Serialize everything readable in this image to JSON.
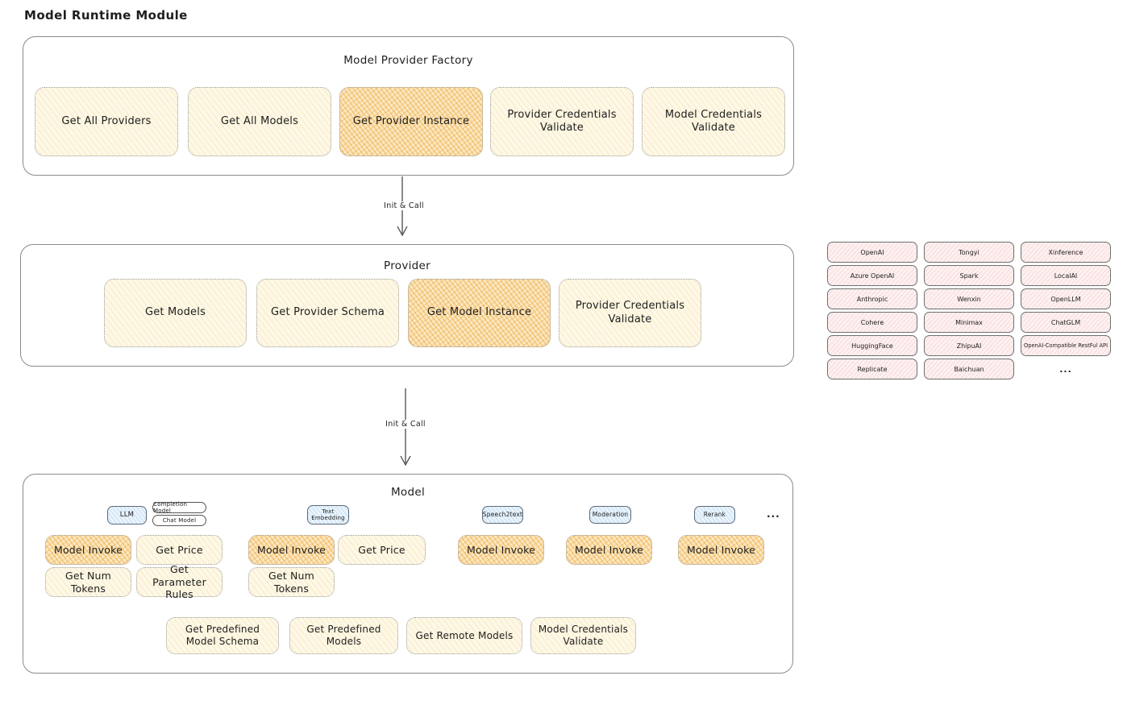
{
  "title": "Model Runtime Module",
  "arrows": {
    "label1": "Init & Call",
    "label2": "Init & Call"
  },
  "factory": {
    "title": "Model Provider Factory",
    "boxes": [
      {
        "label": "Get All Providers",
        "highlighted": false
      },
      {
        "label": "Get All Models",
        "highlighted": false
      },
      {
        "label": "Get Provider Instance",
        "highlighted": true
      },
      {
        "label": "Provider Credentials Validate",
        "highlighted": false
      },
      {
        "label": "Model Credentials Validate",
        "highlighted": false
      }
    ]
  },
  "provider": {
    "title": "Provider",
    "boxes": [
      {
        "label": "Get Models",
        "highlighted": false
      },
      {
        "label": "Get Provider Schema",
        "highlighted": false
      },
      {
        "label": "Get Model Instance",
        "highlighted": true
      },
      {
        "label": "Provider Credentials Validate",
        "highlighted": false
      }
    ]
  },
  "providers_list": {
    "items": [
      "OpenAI",
      "Tongyi",
      "Xinference",
      "Azure OpenAI",
      "Spark",
      "LocalAI",
      "Anthropic",
      "Wenxin",
      "OpenLLM",
      "Cohere",
      "Minimax",
      "ChatGLM",
      "HuggingFace",
      "ZhipuAI",
      "OpenAI-Compatible RestFul API",
      "Replicate",
      "Baichuan",
      "..."
    ]
  },
  "model": {
    "title": "Model",
    "tabs": {
      "llm": "LLM",
      "completion_model": "Completion Model",
      "chat_model": "Chat Model",
      "text_embedding": "Text Embedding",
      "speech2text": "Speech2text",
      "moderation": "Moderation",
      "rerank": "Rerank",
      "ellipsis": "..."
    },
    "row1": [
      {
        "label": "Model Invoke",
        "highlighted": true
      },
      {
        "label": "Get Price",
        "highlighted": false
      },
      {
        "label": "Model Invoke",
        "highlighted": true
      },
      {
        "label": "Get Price",
        "highlighted": false
      },
      {
        "label": "Model Invoke",
        "highlighted": true
      },
      {
        "label": "Model Invoke",
        "highlighted": true
      },
      {
        "label": "Model Invoke",
        "highlighted": true
      }
    ],
    "row2": [
      {
        "label": "Get Num Tokens"
      },
      {
        "label": "Get Parameter Rules"
      },
      {
        "label": "Get Num Tokens"
      }
    ],
    "bottom_row": [
      {
        "label": "Get Predefined Model Schema"
      },
      {
        "label": "Get Predefined Models"
      },
      {
        "label": "Get Remote Models"
      },
      {
        "label": "Model Credentials Validate"
      }
    ]
  },
  "colors": {
    "box_yellow": "#fdf8e7",
    "box_yellow_highlight": "#fbe9c3",
    "hatch_orange": "#eea237",
    "tab_blue": "#eaf4fc",
    "provider_pink": "#fdf1f1",
    "border_gray": "#8b8b8b",
    "text": "#1e1e1e"
  }
}
